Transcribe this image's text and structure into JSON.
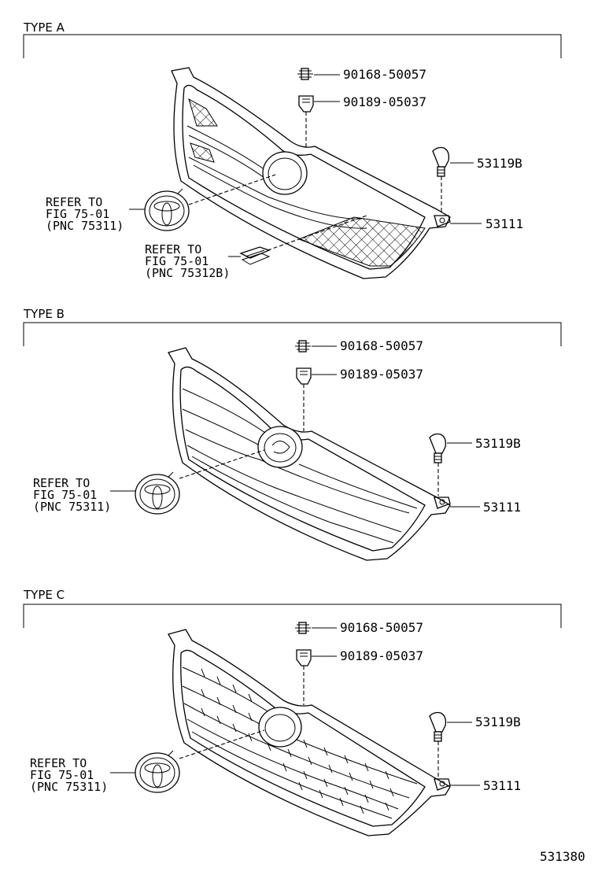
{
  "sections": [
    {
      "title": "TYPE A",
      "parts": {
        "screw": "90168-50057",
        "clip": "90189-05037",
        "retainer": "53119B",
        "grille": "53111"
      },
      "refs": [
        {
          "l1": "REFER TO",
          "l2": "FIG 75-01",
          "l3": "(PNC 75311)"
        },
        {
          "l1": "REFER TO",
          "l2": "FIG 75-01",
          "l3": "(PNC 75312B)"
        }
      ]
    },
    {
      "title": "TYPE B",
      "parts": {
        "screw": "90168-50057",
        "clip": "90189-05037",
        "retainer": "53119B",
        "grille": "53111"
      },
      "refs": [
        {
          "l1": "REFER TO",
          "l2": "FIG 75-01",
          "l3": "(PNC 75311)"
        }
      ]
    },
    {
      "title": "TYPE C",
      "parts": {
        "screw": "90168-50057",
        "clip": "90189-05037",
        "retainer": "53119B",
        "grille": "53111"
      },
      "refs": [
        {
          "l1": "REFER TO",
          "l2": "FIG 75-01",
          "l3": "(PNC 75311)"
        }
      ]
    }
  ],
  "figure_number": "531380"
}
